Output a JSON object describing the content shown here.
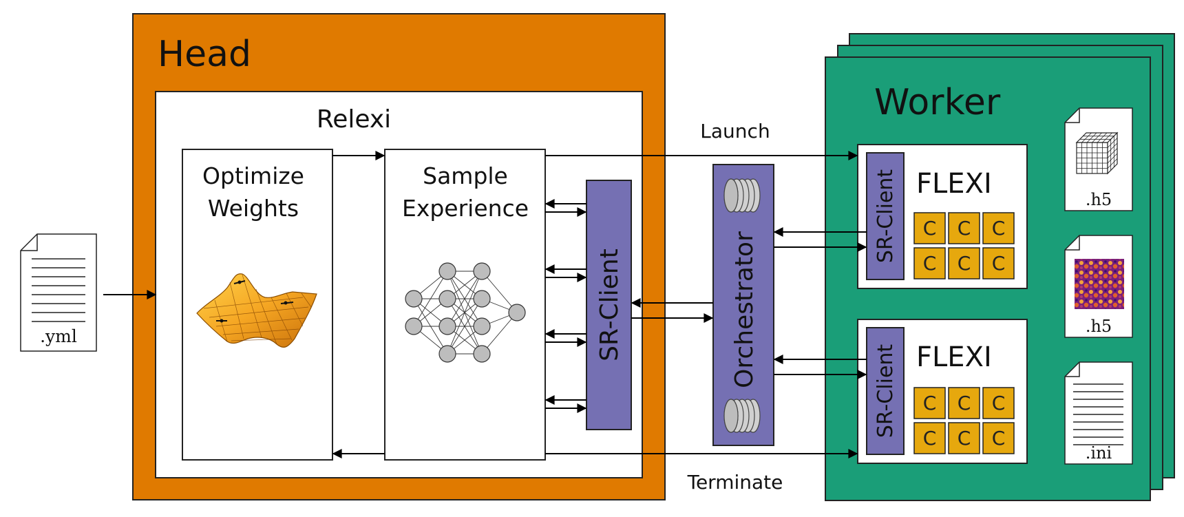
{
  "head": {
    "title": "Head"
  },
  "relexi": {
    "title": "Relexi",
    "optimize_line1": "Optimize",
    "optimize_line2": "Weights",
    "sample_line1": "Sample",
    "sample_line2": "Experience",
    "sr_client": "SR-Client"
  },
  "orchestrator": {
    "label": "Orchestrator"
  },
  "worker": {
    "title": "Worker",
    "flexi_title": "FLEXI",
    "sr_client": "SR-Client",
    "cell_label": "C"
  },
  "arrows": {
    "launch": "Launch",
    "terminate": "Terminate"
  },
  "files": {
    "yml": ".yml",
    "h5_mesh": ".h5",
    "h5_field": ".h5",
    "ini": ".ini"
  },
  "colors": {
    "head": "#e07a00",
    "worker": "#1a9e78",
    "client": "#7570b3",
    "cell": "#e6a80e",
    "cylinder": "#bdbdbd"
  }
}
